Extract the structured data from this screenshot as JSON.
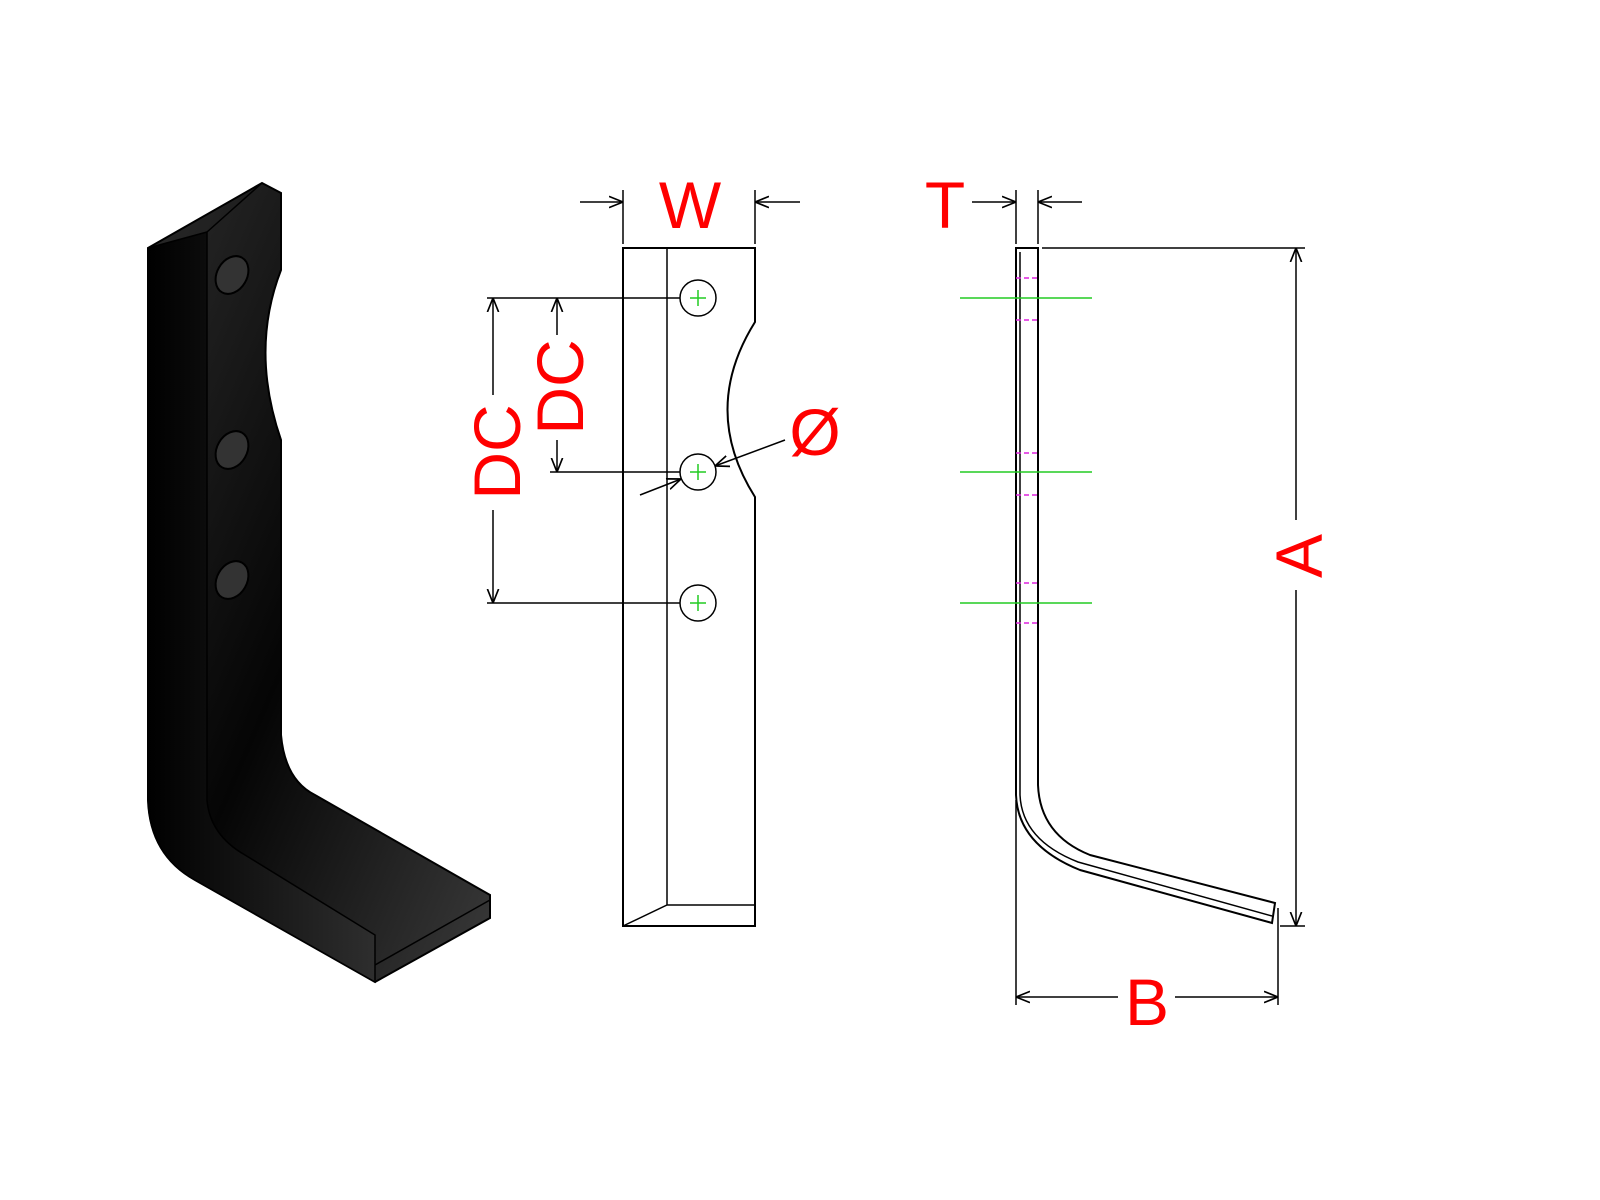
{
  "labels": {
    "width": "W",
    "thickness": "T",
    "hole_spacing_outer": "DC",
    "hole_spacing_inner": "DC",
    "hole_diameter": "Ø",
    "height": "A",
    "base_length": "B"
  },
  "colors": {
    "dimension_text": "#ff0000",
    "centerline": "#22cc22",
    "hidden_line": "#dd22dd",
    "part_fill": "#111111"
  }
}
